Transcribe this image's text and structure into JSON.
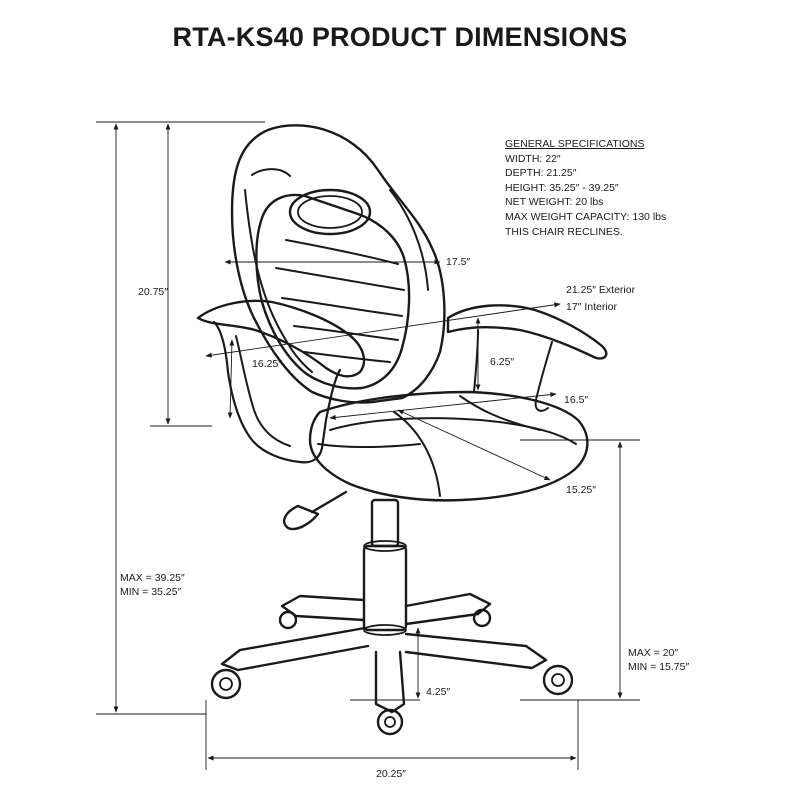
{
  "title": "RTA-KS40 PRODUCT DIMENSIONS",
  "specs": {
    "heading": "GENERAL SPECIFICATIONS",
    "width": "WIDTH: 22″",
    "depth": "DEPTH: 21.25″",
    "height": "HEIGHT: 35.25″ - 39.25″",
    "net_weight": "NET WEIGHT: 20 lbs",
    "max_capacity": "MAX WEIGHT CAPACITY: 130 lbs",
    "recline": "THIS CHAIR RECLINES."
  },
  "dimensions": {
    "back_height": "20.75″",
    "back_width": "17.5″",
    "seat_exterior": "21.25″ Exterior",
    "seat_interior": "17″ Interior",
    "arm_depth": "16.25″",
    "arm_height": "6.25″",
    "seat_width": "16.5″",
    "seat_depth": "15.25″",
    "overall_max": "MAX = 39.25″",
    "overall_min": "MIN = 35.25″",
    "seat_max": "MAX = 20″",
    "seat_min": "MIN = 15.75″",
    "base_height": "4.25″",
    "base_width": "20.25″"
  }
}
